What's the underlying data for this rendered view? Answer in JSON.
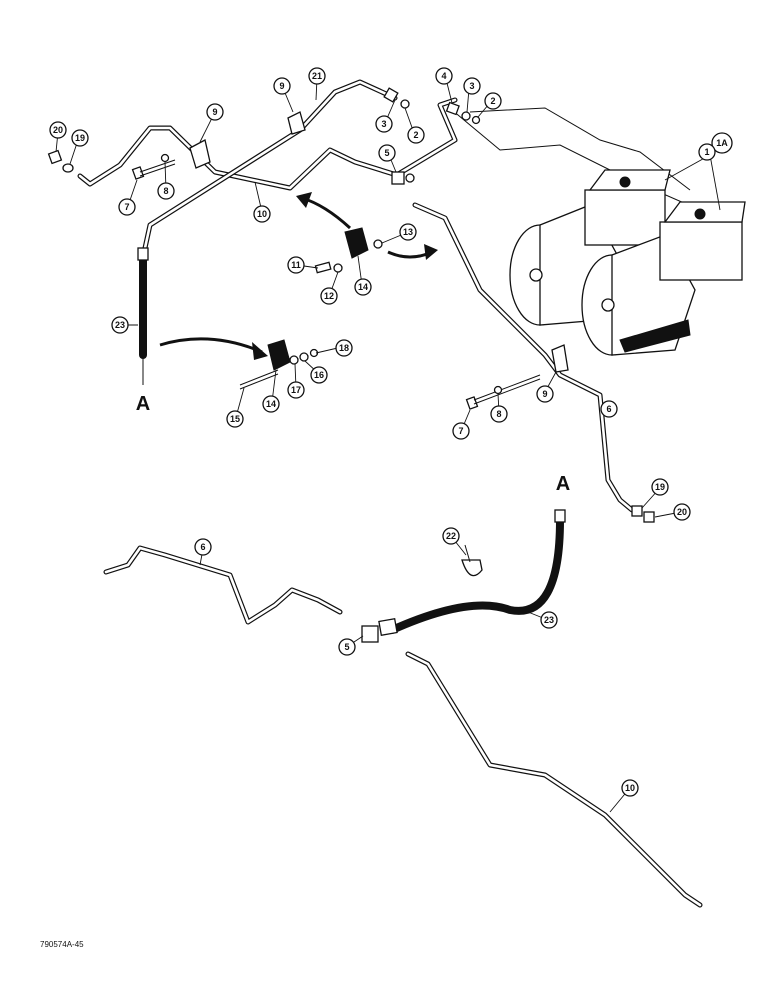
{
  "figure_id": "790574A-45",
  "reference_letters": [
    "A",
    "A"
  ],
  "callouts": [
    "1A",
    "1",
    "2",
    "2",
    "3",
    "3",
    "4",
    "5",
    "5",
    "6",
    "6",
    "7",
    "7",
    "8",
    "8",
    "9",
    "9",
    "9",
    "10",
    "10",
    "11",
    "12",
    "13",
    "14",
    "14",
    "15",
    "16",
    "17",
    "18",
    "19",
    "19",
    "20",
    "20",
    "21",
    "22",
    "23",
    "23"
  ]
}
